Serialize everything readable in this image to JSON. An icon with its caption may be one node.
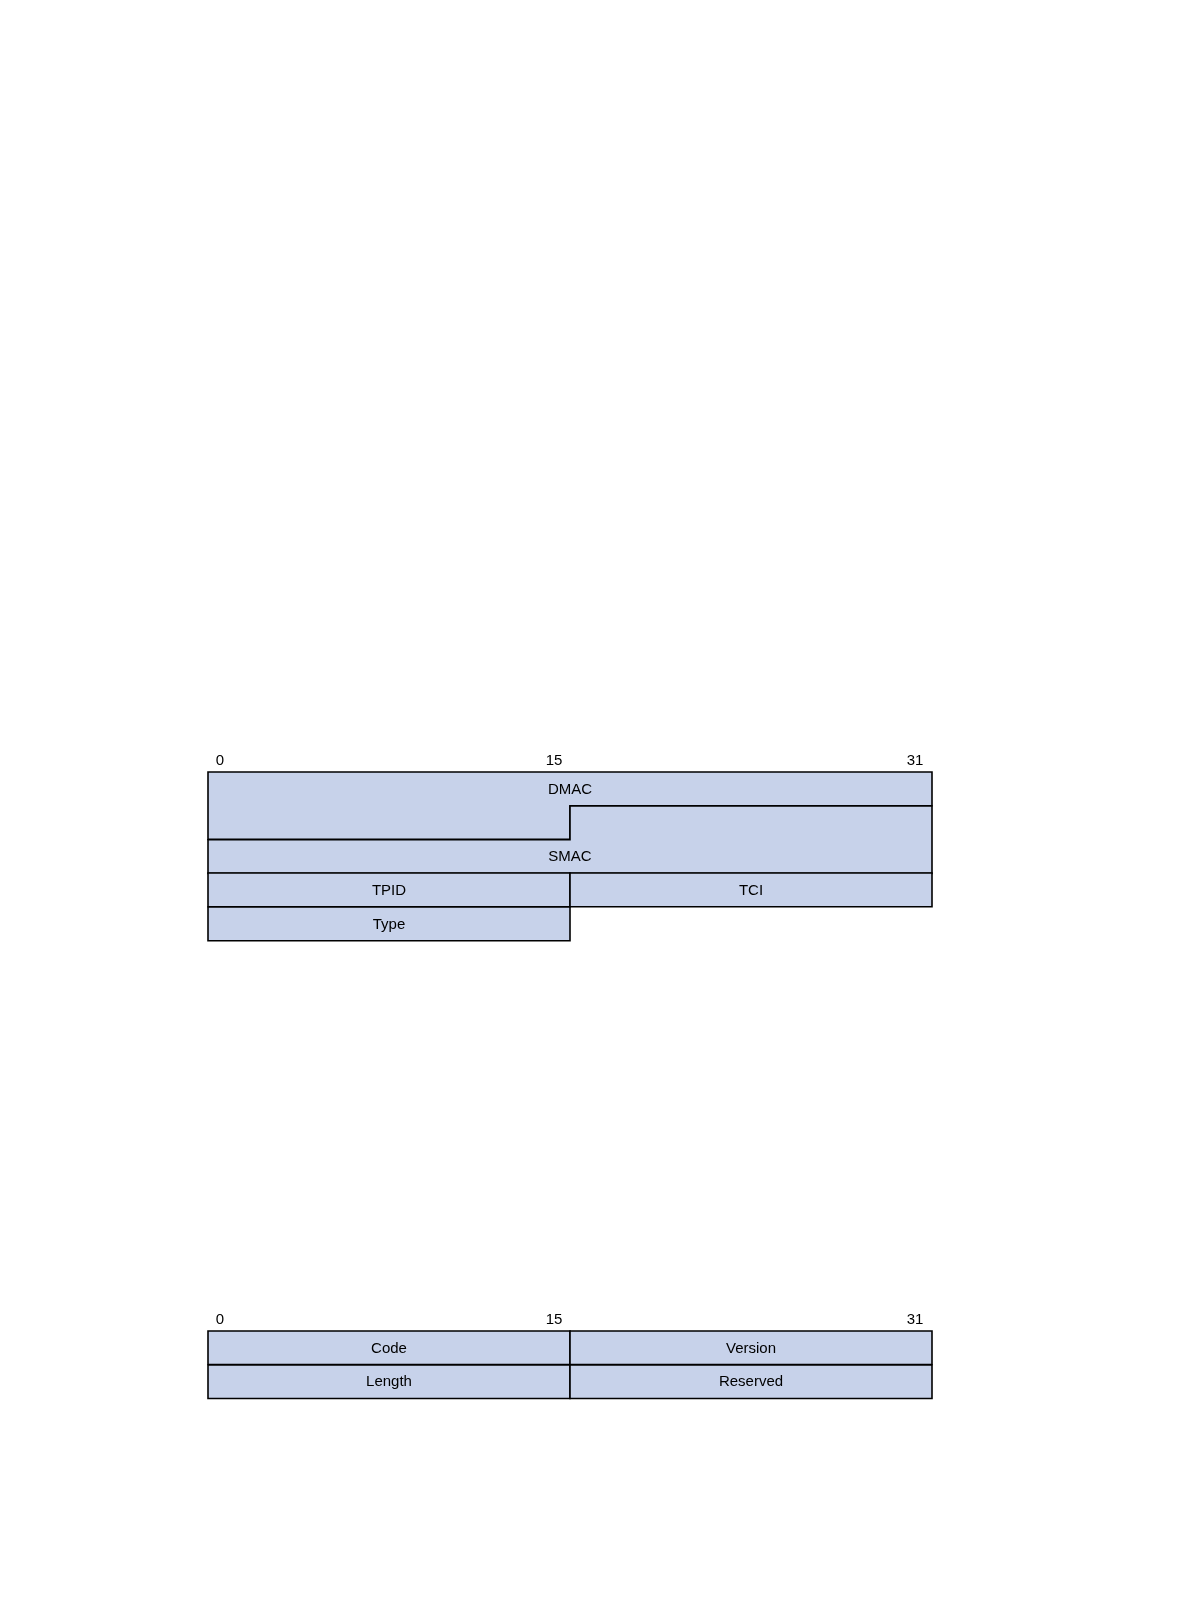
{
  "diagram": {
    "nodes": [
      {
        "text": [
          "DMAC"
        ]
      },
      {
        "text": [
          "SMAC"
        ]
      },
      {
        "text": [
          "TPID"
        ]
      },
      {
        "text": [
          "TCI"
        ]
      },
      {
        "text": [
          "Type"
        ]
      },
      {
        "text": [
          "Code"
        ]
      },
      {
        "text": [
          "Version"
        ]
      },
      {
        "text": [
          "Length"
        ]
      },
      {
        "text": [
          "Reserved"
        ]
      }
    ],
    "labels": [
      "0",
      "15",
      "31",
      "0",
      "15",
      "31"
    ]
  }
}
